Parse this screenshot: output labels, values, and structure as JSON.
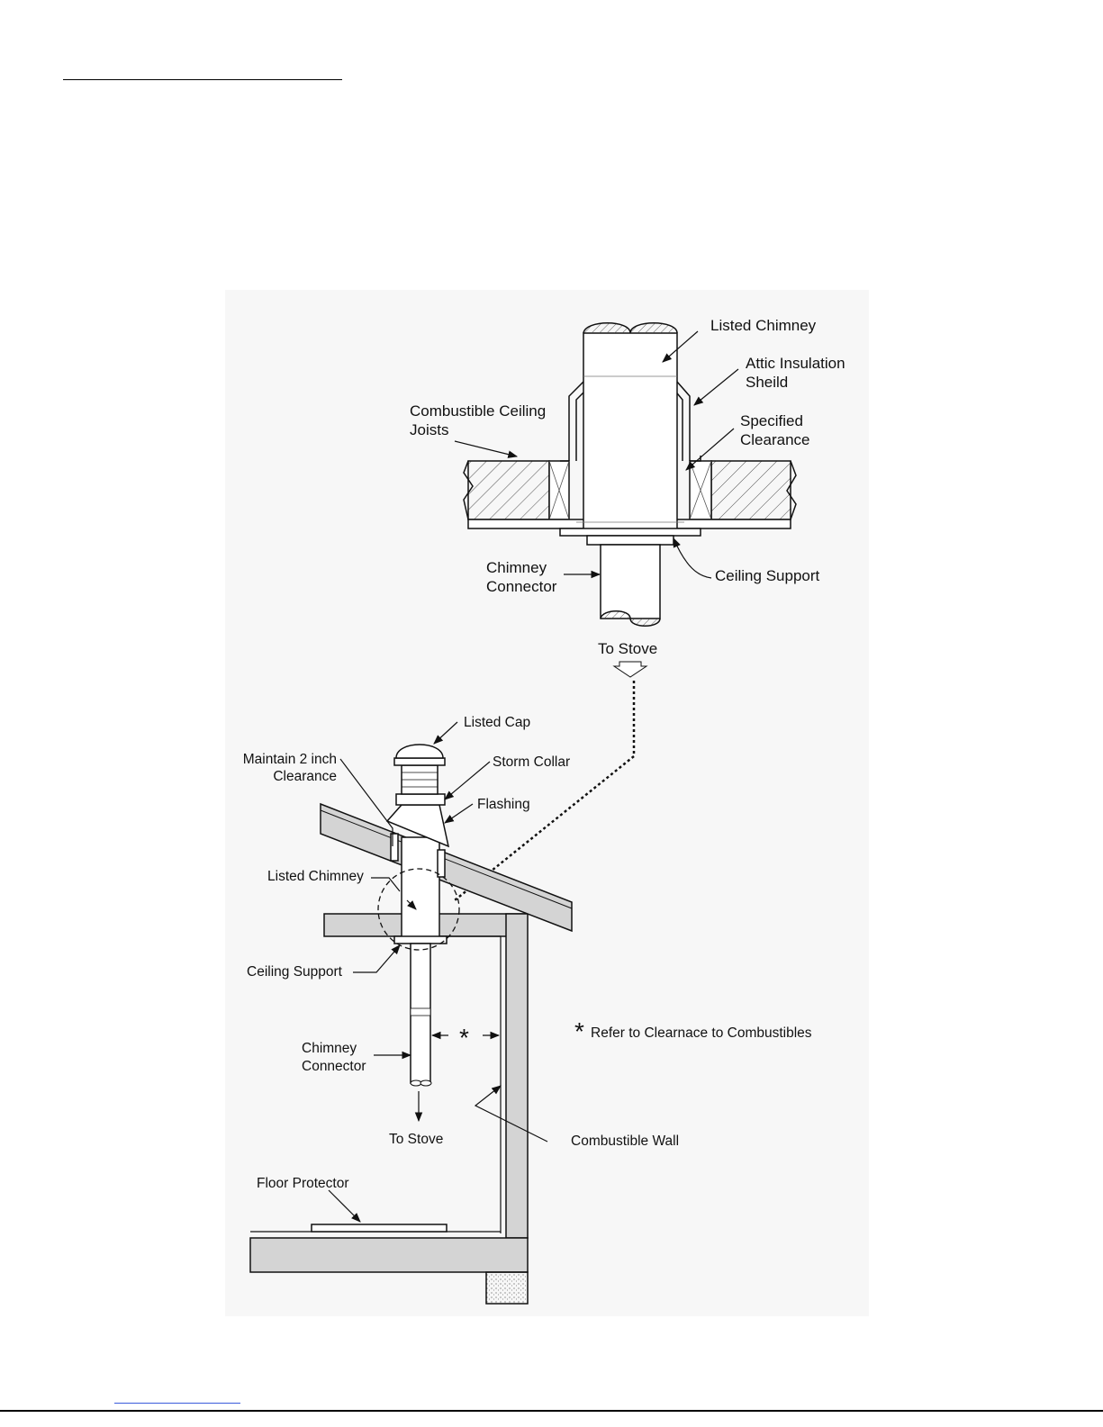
{
  "detail": {
    "listed_chimney": "Listed Chimney",
    "attic_insulation_line1": "Attic Insulation",
    "attic_insulation_line2": "Sheild",
    "joists_line1": "Combustible Ceiling",
    "joists_line2": "Joists",
    "clearance_line1": "Specified",
    "clearance_line2": "Clearance",
    "connector_line1": "Chimney",
    "connector_line2": "Connector",
    "ceiling_support": "Ceiling Support",
    "to_stove": "To Stove"
  },
  "overview": {
    "listed_cap": "Listed Cap",
    "maintain_line1": "Maintain 2 inch",
    "maintain_line2": "Clearance",
    "storm_collar": "Storm Collar",
    "flashing": "Flashing",
    "listed_chimney": "Listed Chimney",
    "ceiling_support": "Ceiling Support",
    "connector_line1": "Chimney",
    "connector_line2": "Connector",
    "to_stove": "To Stove",
    "star": "*",
    "note": "Refer to Clearnace to Combustibles",
    "combustible_wall": "Combustible Wall",
    "floor_protector": "Floor Protector"
  },
  "colors": {
    "wall_fill": "#d4d4d4",
    "panel_bg": "#f7f7f7",
    "line": "#111111"
  }
}
